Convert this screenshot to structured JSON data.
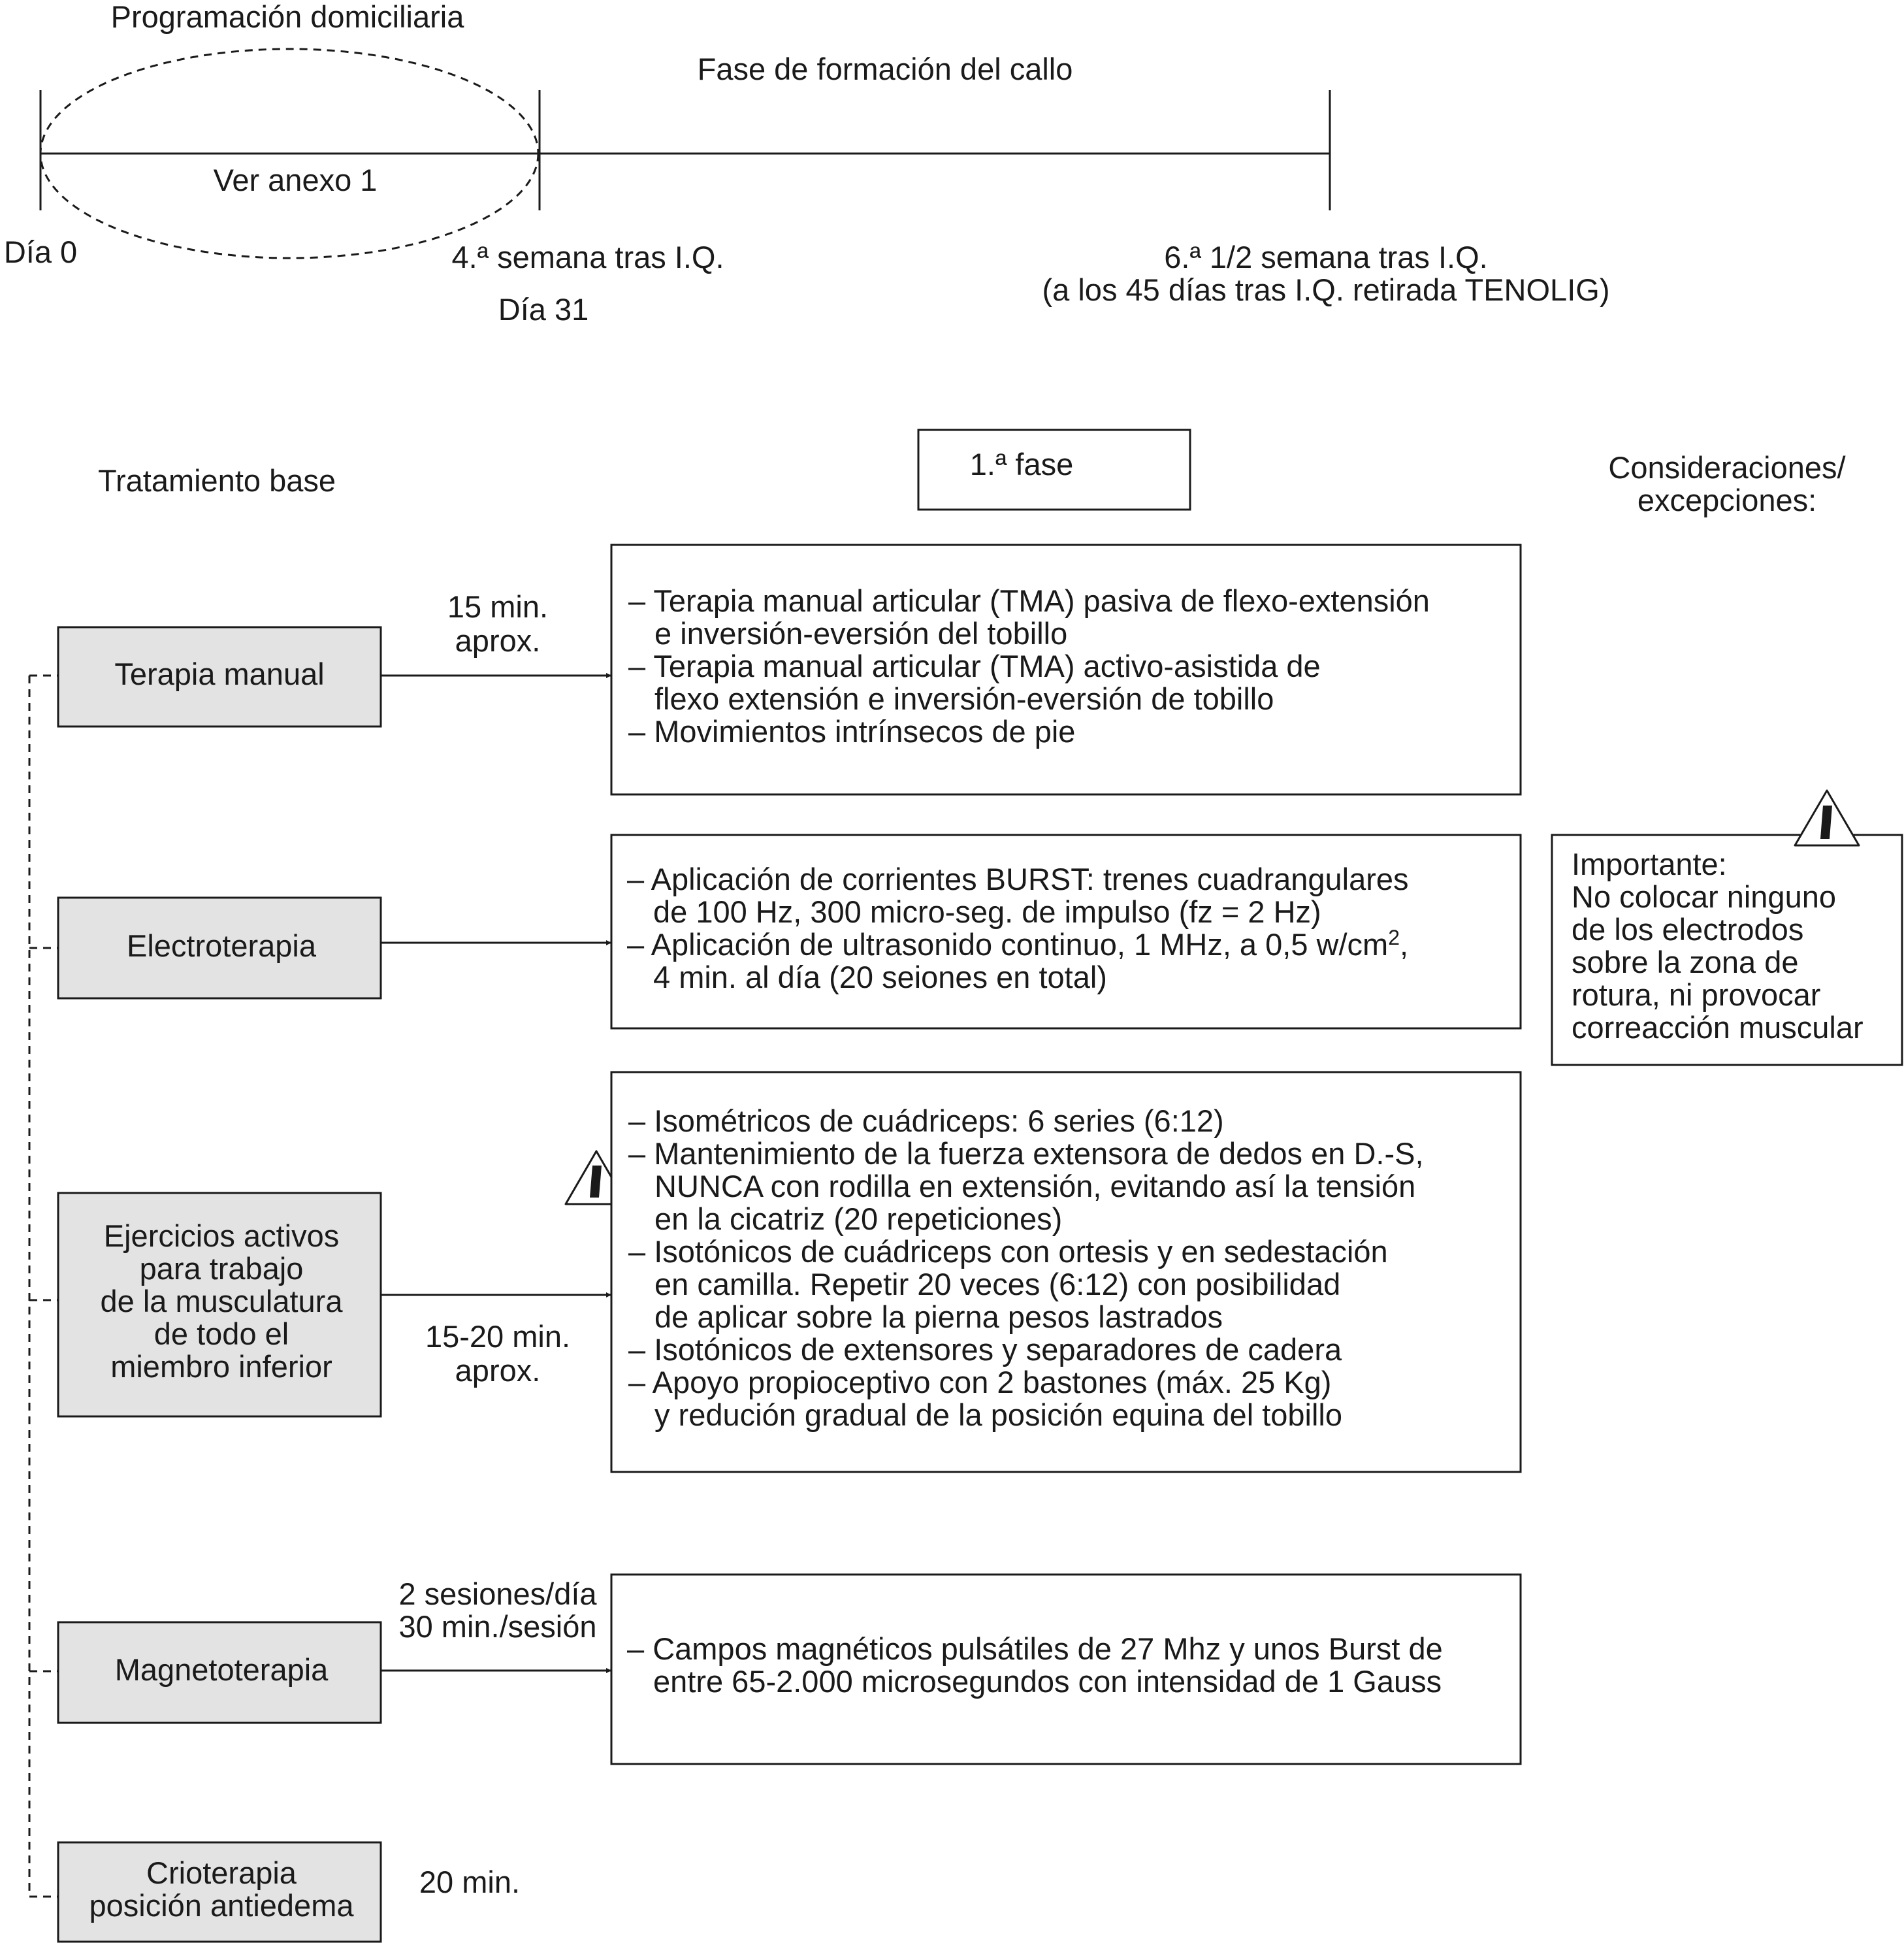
{
  "timeline": {
    "home_program_label": "Programación domiciliaria",
    "callus_phase_label": "Fase de formación del callo",
    "see_annex_label": "Ver anexo 1",
    "day0_label": "Día 0",
    "week4_label": "4.ª semana tras I.Q.",
    "day31_label": "Día 31",
    "week6_label": "6.ª 1/2 semana tras I.Q.",
    "week6_note": "(a los 45 días tras I.Q. retirada TENOLIG)"
  },
  "headers": {
    "base_treatment": "Tratamiento base",
    "phase": "1.ª fase",
    "considerations_line1": "Consideraciones/",
    "considerations_line2": "excepciones:"
  },
  "treatments": [
    {
      "label_lines": [
        "Terapia manual"
      ],
      "duration_lines": [
        "15 min.",
        "aprox."
      ],
      "detail_lines": [
        "– Terapia manual articular (TMA) pasiva de flexo-extensión",
        "e inversión-eversión del tobillo",
        "– Terapia manual articular (TMA) activo-asistida de",
        "flexo extensión e inversión-eversión de tobillo",
        "– Movimientos intrínsecos de pie"
      ]
    },
    {
      "label_lines": [
        "Electroterapia"
      ],
      "duration_lines": [],
      "detail_lines": [
        "– Aplicación de corrientes BURST: trenes cuadrangulares",
        "de 100 Hz, 300 micro-seg. de impulso (fz = 2 Hz)",
        "– Aplicación de ultrasonido continuo, 1 MHz, a 0,5 w/cm",
        "4 min. al día (20 seiones en total)"
      ],
      "superscript": "2",
      "after_superscript": ","
    },
    {
      "label_lines": [
        "Ejercicios activos",
        "para trabajo",
        "de la musculatura",
        "de todo el",
        "miembro inferior"
      ],
      "duration_lines": [
        "15-20 min.",
        "aprox."
      ],
      "detail_lines": [
        "– Isométricos de cuádriceps: 6 series (6:12)",
        "– Mantenimiento de la fuerza extensora de dedos en D.-S,",
        "NUNCA con rodilla en extensión, evitando así la tensión",
        "en la cicatriz (20 repeticiones)",
        "– Isotónicos de cuádriceps con ortesis y en sedestación",
        "en camilla. Repetir 20 veces (6:12) con posibilidad",
        "de aplicar sobre la pierna pesos lastrados",
        "– Isotónicos de extensores y separadores de cadera",
        "– Apoyo propioceptivo con 2 bastones (máx. 25 Kg)",
        "y redución gradual de la posición equina del tobillo"
      ]
    },
    {
      "label_lines": [
        "Magnetoterapia"
      ],
      "duration_lines": [
        "2 sesiones/día",
        "30 min./sesión"
      ],
      "detail_lines": [
        "– Campos magnéticos pulsátiles de 27 Mhz y unos Burst de",
        "entre 65-2.000 microsegundos con intensidad de 1 Gauss"
      ]
    },
    {
      "label_lines": [
        "Crioterapia",
        "posición antiedema"
      ],
      "duration_lines": [
        "20 min."
      ],
      "detail_lines": []
    }
  ],
  "warning_note": {
    "lines": [
      "Importante:",
      "No colocar ninguno",
      "de los electrodos",
      "sobre la zona  de",
      "rotura, ni provocar",
      "correacción muscular"
    ]
  },
  "colors": {
    "ink": "#1a1a1a",
    "box_fill": "#e3e3e3",
    "ellipse_fill": "#dcdcdc"
  }
}
